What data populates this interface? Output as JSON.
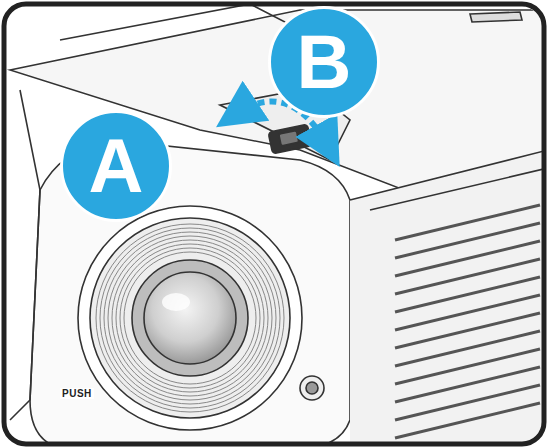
{
  "diagram": {
    "labels": [
      "A",
      "B",
      "PUSH"
    ]
  }
}
